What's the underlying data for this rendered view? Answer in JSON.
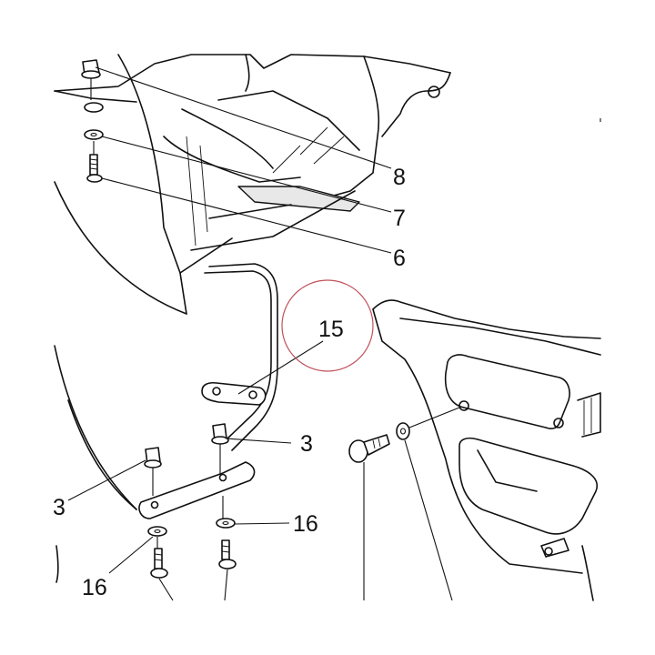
{
  "callouts": [
    {
      "id": "c8",
      "label": "8"
    },
    {
      "id": "c7",
      "label": "7"
    },
    {
      "id": "c6",
      "label": "6"
    },
    {
      "id": "c15",
      "label": "15"
    },
    {
      "id": "c3a",
      "label": "3"
    },
    {
      "id": "c3b",
      "label": "3"
    },
    {
      "id": "c16a",
      "label": "16"
    },
    {
      "id": "c16b",
      "label": "16"
    }
  ],
  "colors": {
    "line": "#111111",
    "highlight_circle": "#c0505a",
    "background": "#ffffff"
  }
}
